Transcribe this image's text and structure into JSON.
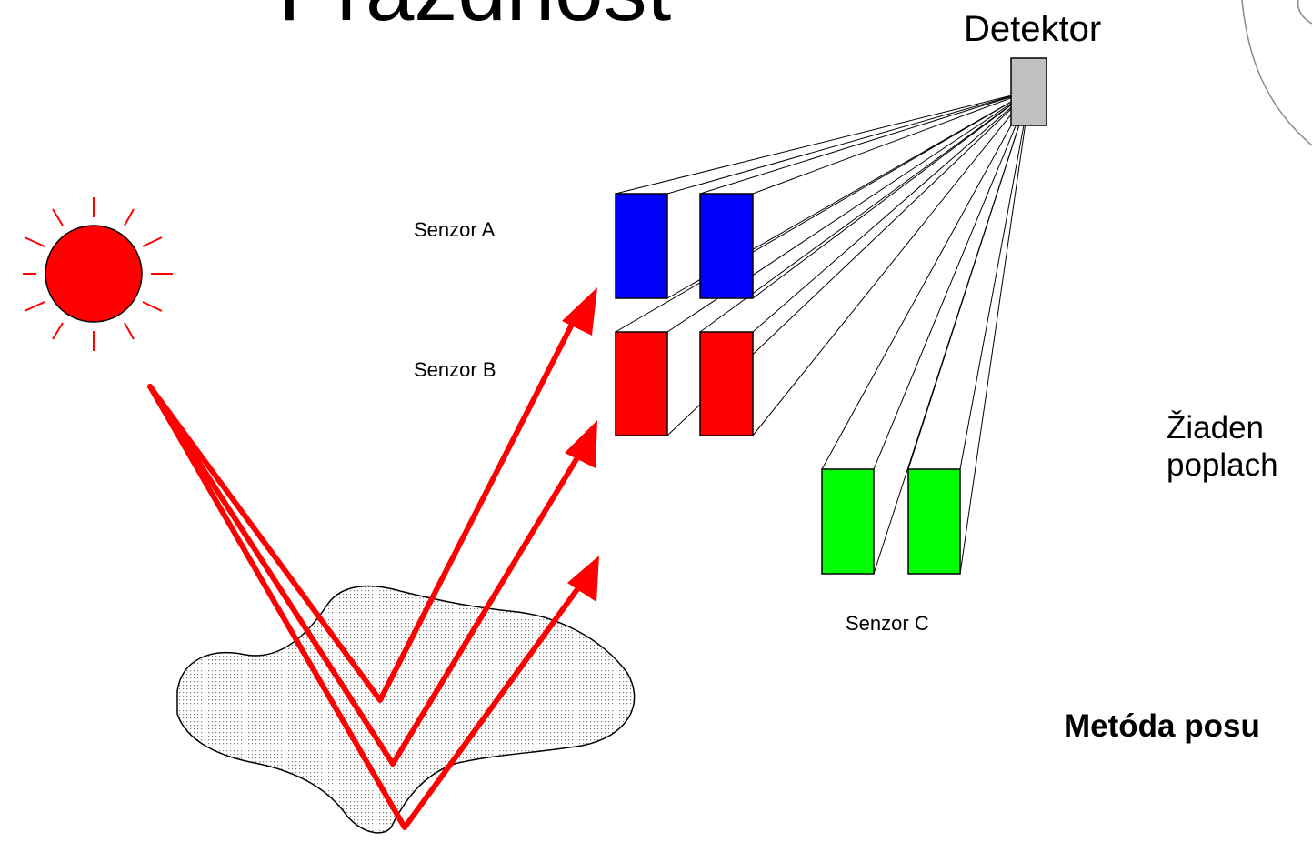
{
  "title_fragment": "Prázdnosť",
  "detector": {
    "label": "Detektor"
  },
  "sensors": {
    "a": {
      "label": "Senzor A",
      "color": "#0000ff"
    },
    "b": {
      "label": "Senzor B",
      "color": "#ff0000"
    },
    "c": {
      "label": "Senzor C",
      "color": "#00ff00"
    }
  },
  "status": {
    "line1": "Žiaden",
    "line2": "poplach"
  },
  "method": {
    "label": "Metóda posu"
  },
  "colors": {
    "sun": "#ff0000",
    "rays": "#ff0000",
    "detector_fill": "#c0c0c0",
    "surface_dots": "#7a7a7a"
  }
}
